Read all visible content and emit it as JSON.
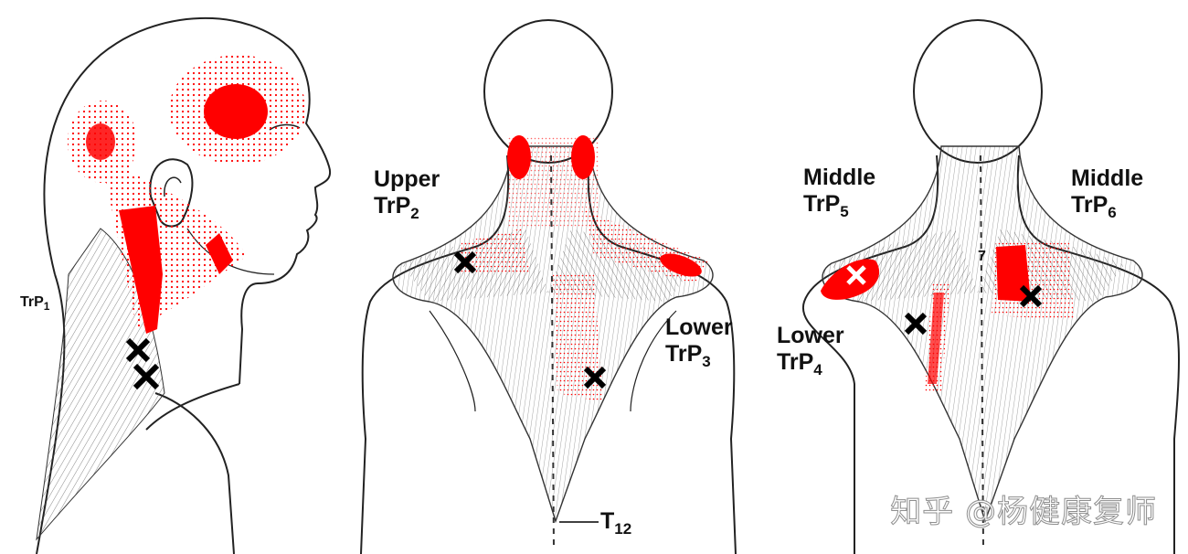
{
  "labels": {
    "trp1": {
      "prefix": "TrP",
      "sub": "1"
    },
    "upper_trp2": {
      "word": "Upper",
      "prefix": "TrP",
      "sub": "2"
    },
    "lower_trp3": {
      "word": "Lower",
      "prefix": "TrP",
      "sub": "3"
    },
    "middle_trp5": {
      "word": "Middle",
      "prefix": "TrP",
      "sub": "5"
    },
    "middle_trp6": {
      "word": "Middle",
      "prefix": "TrP",
      "sub": "6"
    },
    "lower_trp4": {
      "word": "Lower",
      "prefix": "TrP",
      "sub": "4"
    },
    "t12": {
      "prefix": "T",
      "sub": "12"
    },
    "seven": "7"
  },
  "watermark": "知乎 @杨健康复师",
  "colors": {
    "referral_red": "#ff0000",
    "line": "#222222",
    "marker": "#000000",
    "background": "#ffffff"
  }
}
